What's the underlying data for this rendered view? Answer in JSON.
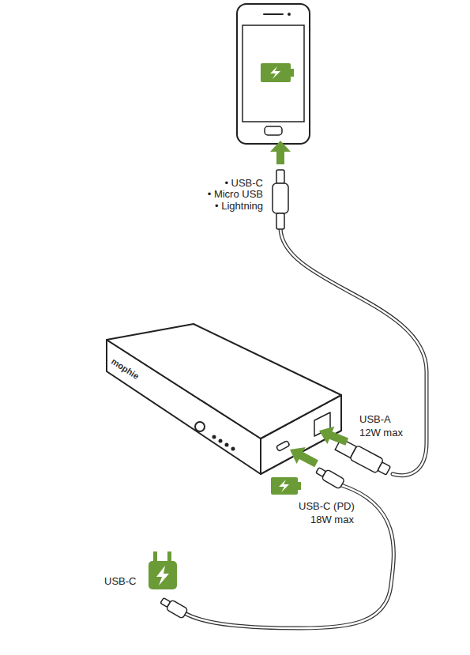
{
  "diagram": {
    "labels": [
      "• USB-C",
      "• Micro USB",
      "• Lightning",
      "USB-A",
      "12W max",
      "USB-C (PD)",
      "18W max",
      "USB-C",
      "mophie"
    ]
  }
}
